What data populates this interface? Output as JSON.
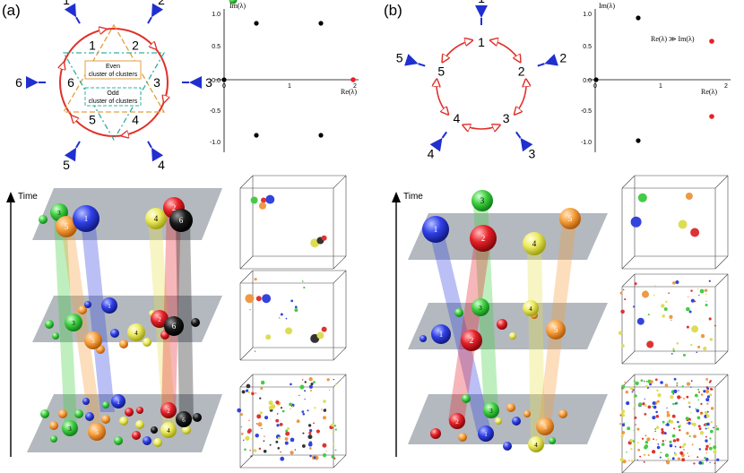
{
  "panel_a": {
    "label": "(a)",
    "ring_nodes": [
      "1",
      "2",
      "3",
      "4",
      "5",
      "6"
    ],
    "outer_nodes": [
      "1",
      "2",
      "3",
      "4",
      "5",
      "6"
    ],
    "legend_even": "Even\ncluster of clusters",
    "legend_odd": "Odd\ncluster of clusters",
    "plot": {
      "ylabel": "Im(λ)",
      "xlabel": "Re(λ)",
      "xticks": [
        "0",
        "1",
        "2"
      ],
      "yticks": [
        "1.0",
        "0.5",
        "0.0",
        "-0.5",
        "-1.0"
      ]
    },
    "time_label": "Time",
    "top_layer_balls": [
      "1",
      "2",
      "3",
      "4",
      "5",
      "6"
    ],
    "mid_layer_balls": [
      "1",
      "2",
      "3",
      "4",
      "5",
      "6"
    ],
    "bottom_layer_balls": [
      "1",
      "2",
      "3",
      "4",
      "5",
      "6"
    ]
  },
  "panel_b": {
    "label": "(b)",
    "ring_nodes": [
      "1",
      "2",
      "3",
      "4",
      "5"
    ],
    "outer_nodes": [
      "1",
      "2",
      "3",
      "4",
      "5"
    ],
    "plot": {
      "ylabel": "Im(λ)",
      "xlabel": "Re(λ)",
      "xticks": [
        "0",
        "1",
        "2"
      ],
      "yticks": [
        "1.0",
        "0.5",
        "0.0",
        "-0.5",
        "-1.0"
      ],
      "annotation": "Re(λ) ≫ Im(λ)"
    },
    "time_label": "Time",
    "top_layer_balls": [
      "1",
      "2",
      "3",
      "4",
      "5"
    ],
    "mid_layer_balls": [
      "1",
      "2",
      "3",
      "4",
      "5"
    ],
    "bottom_layer_balls": [
      "1",
      "2",
      "3",
      "4",
      "5"
    ]
  },
  "colors": {
    "c1": "#2f3fe0",
    "c2": "#e8202a",
    "c3": "#3ccf3c",
    "c4": "#e8e24a",
    "c5": "#f59a38",
    "c6": "#111111",
    "ring": "#e0302a",
    "marker": "#1f2fd0",
    "even_band": "#e0a040",
    "odd_band": "#30b0a0",
    "layer": "#a6adb4"
  }
}
